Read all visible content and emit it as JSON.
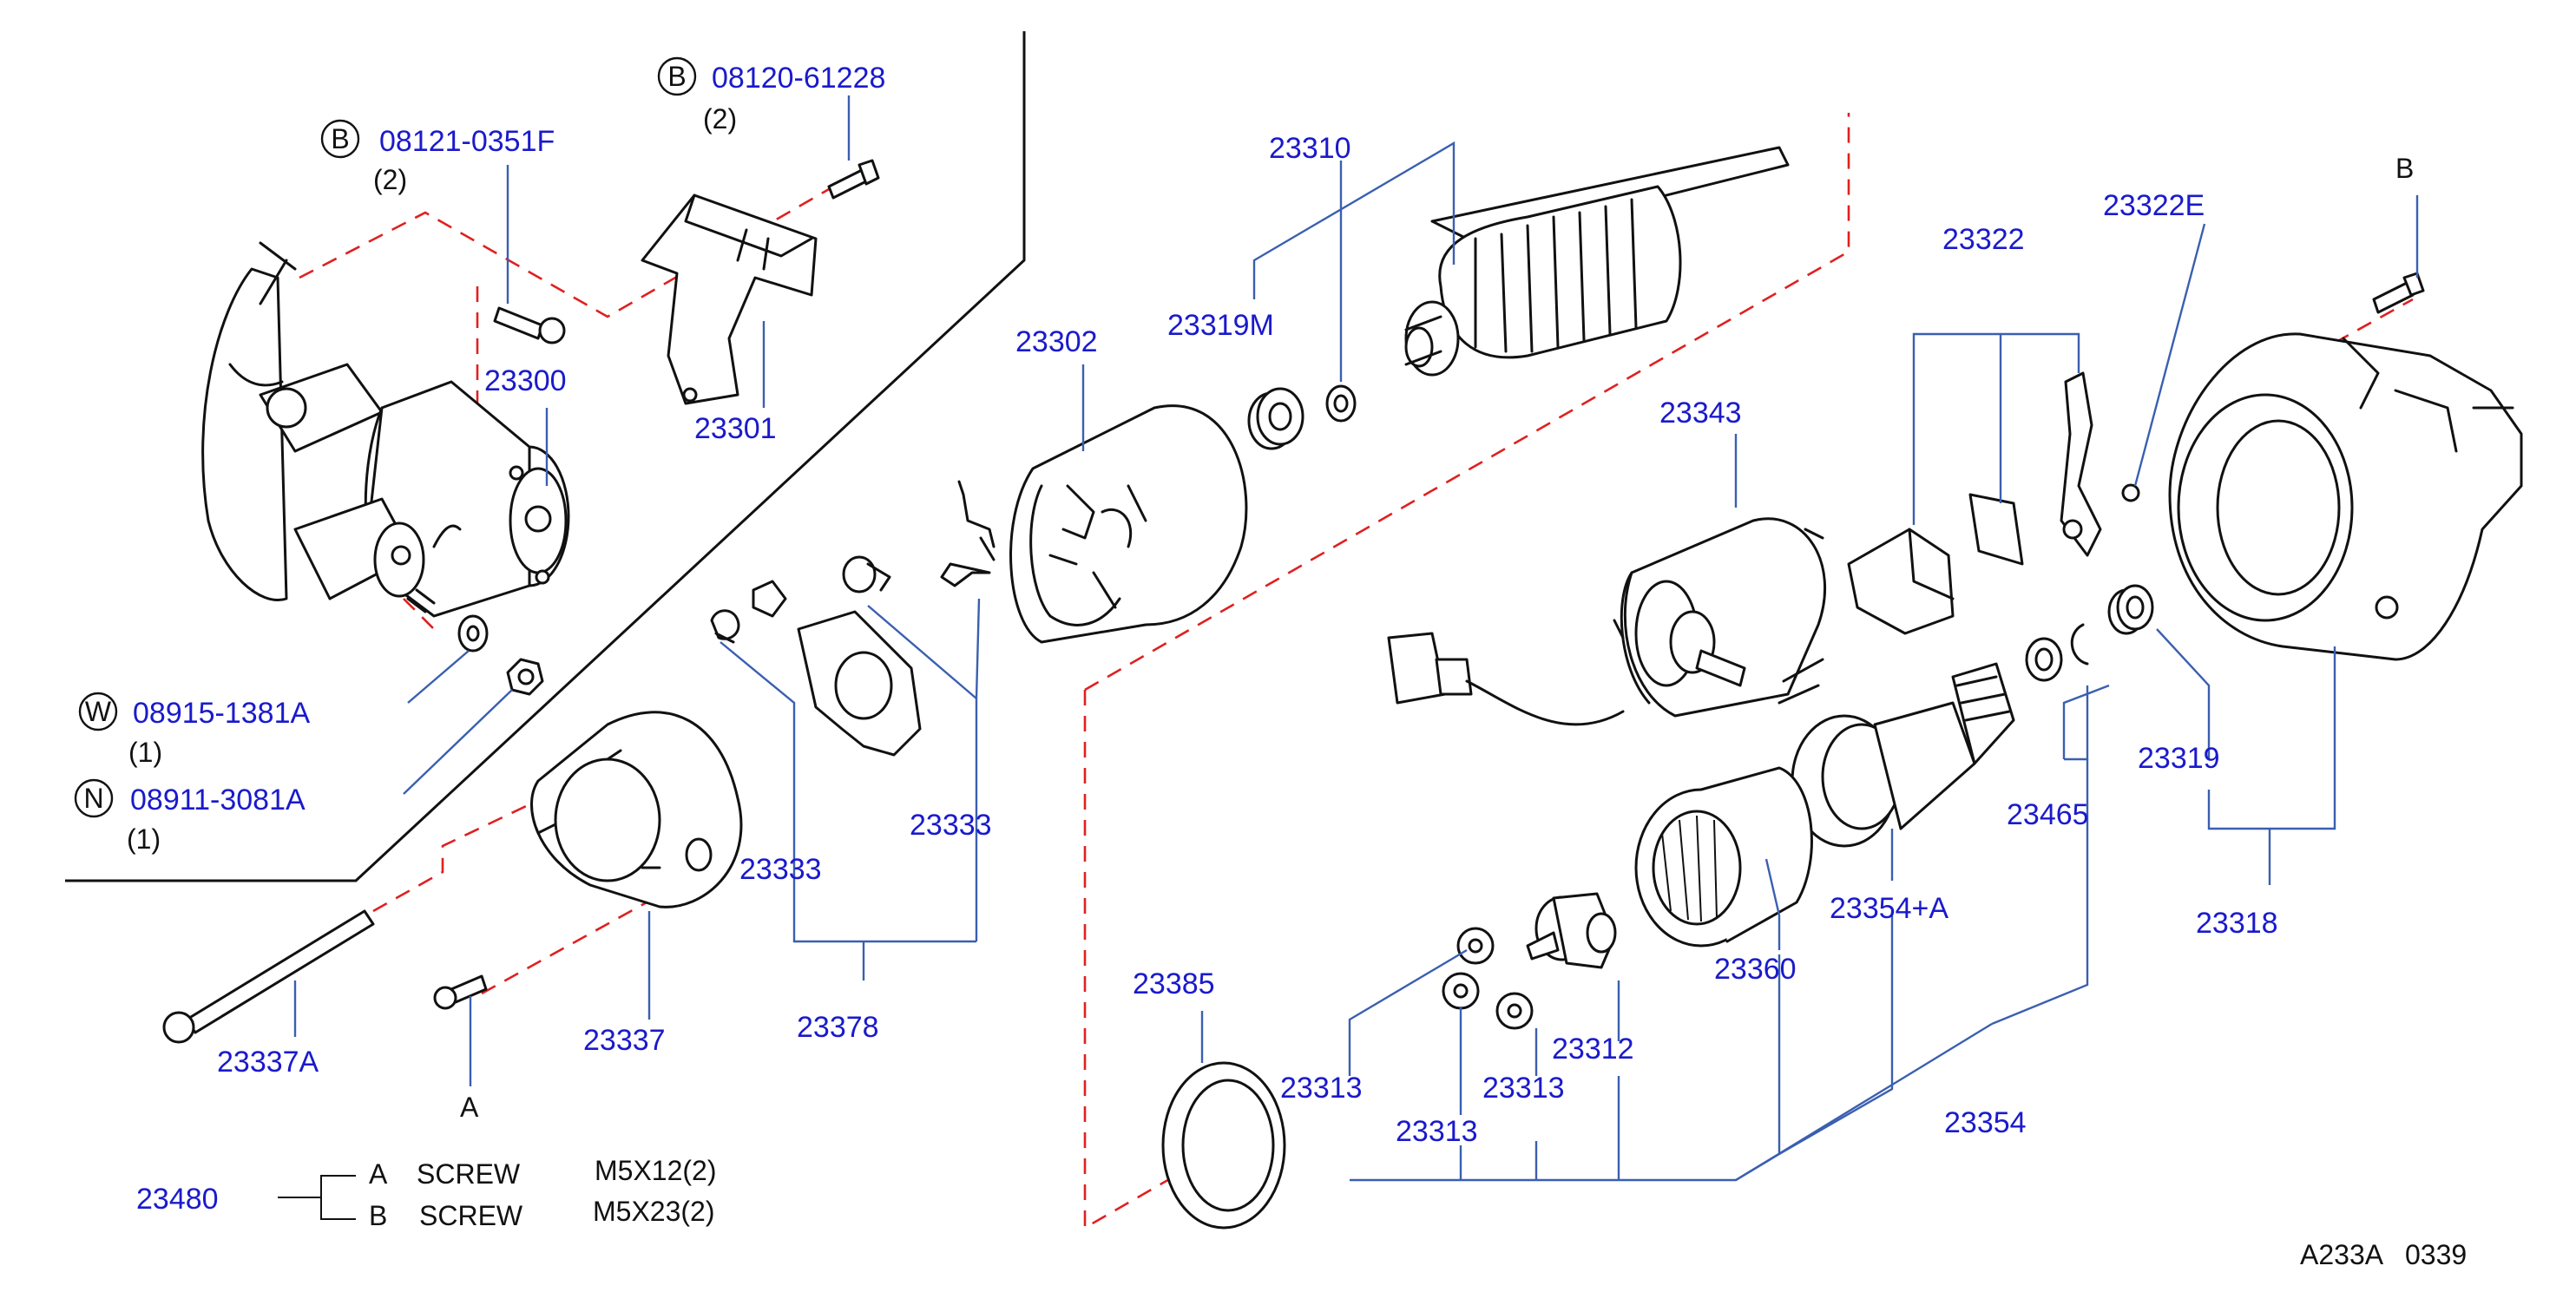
{
  "diagram_code": "A233A   0339",
  "callouts": [
    {
      "id": "b-08120-61228",
      "circle": "B",
      "pn": "08120-61228",
      "qty": "(2)"
    },
    {
      "id": "b-08121-0351f",
      "circle": "B",
      "pn": "08121-0351F",
      "qty": "(2)"
    },
    {
      "id": "w-08915-1381a",
      "circle": "W",
      "pn": "08915-1381A",
      "qty": "(1)"
    },
    {
      "id": "n-08911-3081a",
      "circle": "N",
      "pn": "08911-3081A",
      "qty": "(1)"
    }
  ],
  "parts": {
    "p23300": "23300",
    "p23301": "23301",
    "p23302": "23302",
    "p23310": "23310",
    "p23319m": "23319M",
    "p23343": "23343",
    "p23322": "23322",
    "p23322e": "23322E",
    "p23319": "23319",
    "p23465": "23465",
    "p23318": "23318",
    "p23333a": "23333",
    "p23333b": "23333",
    "p23378": "23378",
    "p23337": "23337",
    "p23337a": "23337A",
    "p23385": "23385",
    "p23313a": "23313",
    "p23313b": "23313",
    "p23313c": "23313",
    "p23312": "23312",
    "p23360": "23360",
    "p23354a": "23354+A",
    "p23354": "23354",
    "p23480": "23480"
  },
  "markers": {
    "a": "A",
    "b": "B"
  },
  "screw_table": {
    "rows": [
      {
        "letter": "A",
        "name": "SCREW",
        "size": "M5X12(2)"
      },
      {
        "letter": "B",
        "name": "SCREW",
        "size": "M5X23(2)"
      }
    ]
  }
}
